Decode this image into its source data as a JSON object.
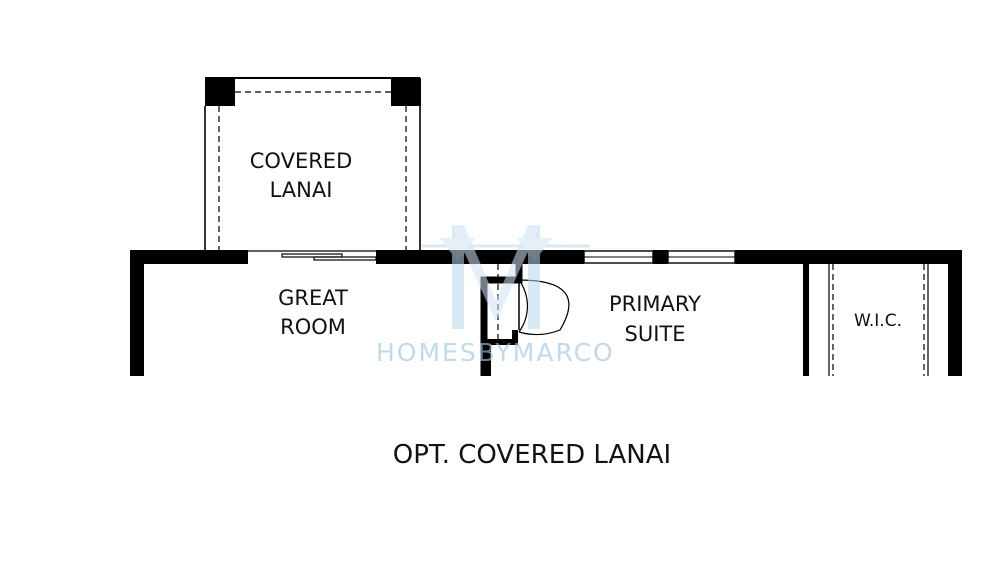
{
  "title": "OPT. COVERED LANAI",
  "rooms": {
    "covered_lanai": [
      "COVERED",
      "LANAI"
    ],
    "great_room": [
      "GREAT",
      "ROOM"
    ],
    "primary_suite": [
      "PRIMARY",
      "SUITE"
    ],
    "wic": "W.I.C."
  },
  "watermark": {
    "text": "HOMESBYMARCO"
  },
  "colors": {
    "wall": "#000000",
    "watermark": "#9fc4e4",
    "background": "#ffffff"
  }
}
